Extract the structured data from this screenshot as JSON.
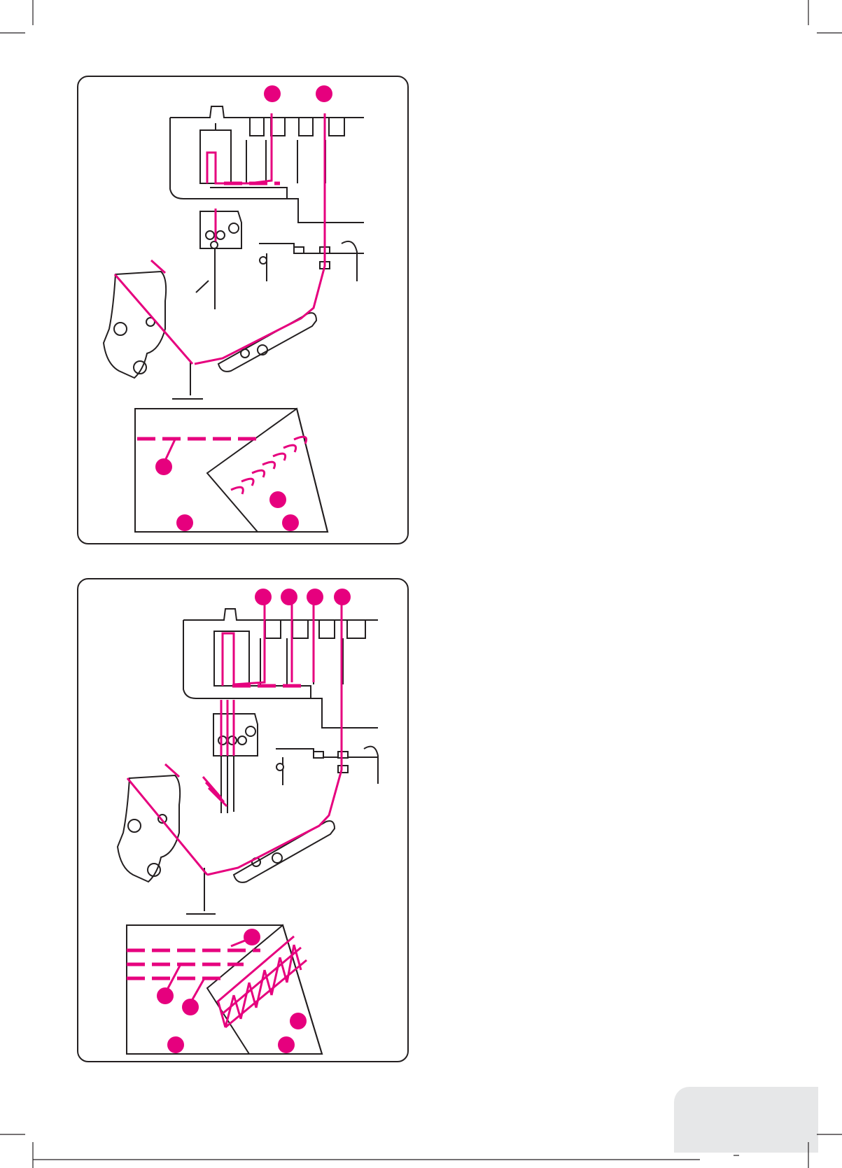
{
  "page": {
    "crop_marks": true,
    "accent_color": "#e6007e",
    "line_color": "#231f20",
    "tab_color": "#e6e7e8"
  },
  "figures": [
    {
      "name": "three-thread-overlock-threading-diagram",
      "callouts": 6,
      "thread_paths": [
        "needle-thread",
        "upper-looper-thread",
        "lower-looper-thread"
      ],
      "stitch_sample": "three-thread-overlock"
    },
    {
      "name": "four-thread-cover-stitch-threading-diagram",
      "callouts": 9,
      "thread_paths": [
        "needle-thread-left",
        "needle-thread-center",
        "needle-thread-right",
        "looper-thread"
      ],
      "stitch_sample": "triple-cover-stitch"
    }
  ],
  "tab": {
    "label": ""
  }
}
